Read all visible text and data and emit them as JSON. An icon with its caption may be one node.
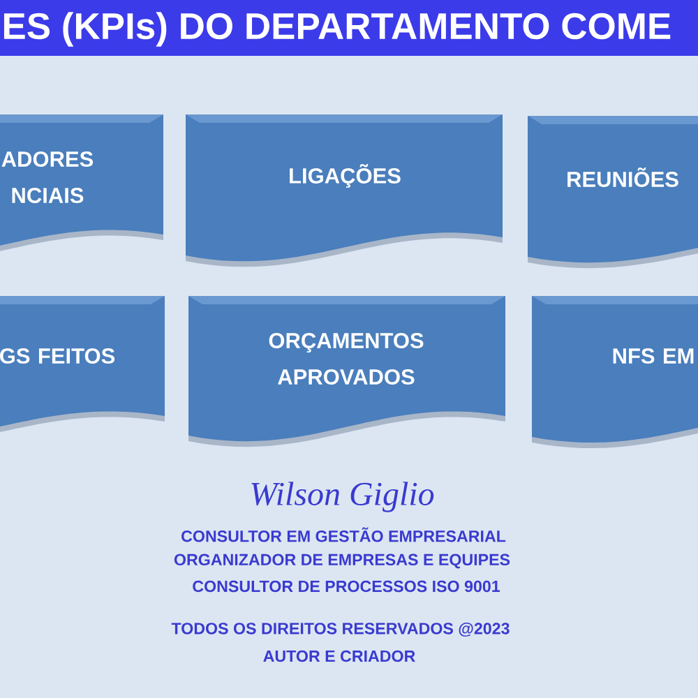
{
  "diagram": {
    "title": "ES (KPIs) DO DEPARTAMENTO COME",
    "nodes": [
      {
        "text": [
          "ADORES NCIAIS"
        ]
      },
      {
        "text": [
          "LIGAÇÕES"
        ]
      },
      {
        "text": [
          "REUNIÕES"
        ]
      },
      {
        "text": [
          "GS FEITOS"
        ]
      },
      {
        "text": [
          "ORÇAMENTOS APROVADOS"
        ]
      },
      {
        "text": [
          "NFS EM"
        ]
      }
    ],
    "labels": [
      "Wilson Giglio",
      "CONSULTOR EM GESTÃO EMPRESARIAL",
      "ORGANIZADOR DE EMPRESAS E EQUIPES",
      "CONSULTOR DE PROCESSOS ISO 9001",
      "TODOS OS DIREITOS RESERVADOS @2023",
      "AUTOR E CRIADOR"
    ]
  }
}
